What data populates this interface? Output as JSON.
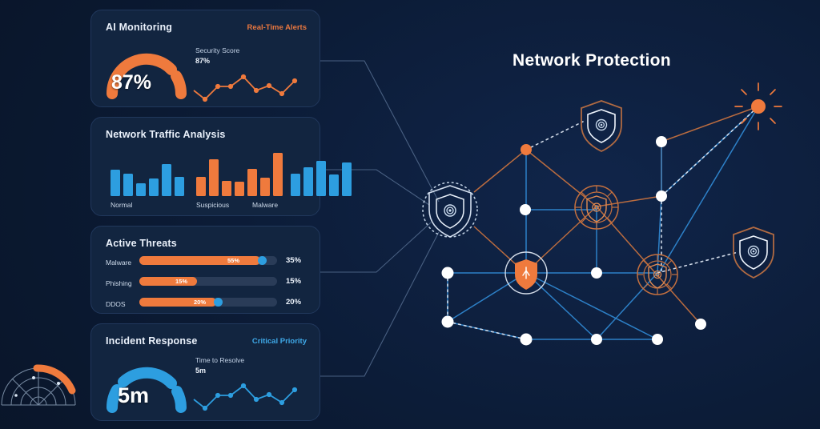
{
  "theme": {
    "bg": "#0b1a33",
    "card_bg": "#122540",
    "card_border": "#21385c",
    "accent_orange": "#ef7a3d",
    "accent_blue": "#2d9ee0",
    "text_primary": "#eef4fc",
    "text_muted": "#c3d2e6",
    "node_white": "#ffffff",
    "edge_orange": "#c4703f",
    "edge_blue": "#2f86cf",
    "edge_dotted": "#e8eef7",
    "connector": "#4a6casdf"
  },
  "right_panel": {
    "title": "Network Protection"
  },
  "cards": [
    {
      "id": "ai-monitoring",
      "title": "AI Monitoring",
      "tag": "Real-Time Alerts",
      "tag_color": "orange",
      "gauge": {
        "value_text": "87%",
        "percent": 87,
        "color": "#ef7a3d"
      },
      "metric_label": "Security Score",
      "metric_value": "87%",
      "sparkline": {
        "color": "#ef7a3d",
        "points": [
          52,
          78,
          40,
          33,
          33,
          12,
          45,
          30,
          42,
          58,
          22
        ]
      }
    },
    {
      "id": "network-traffic",
      "title": "Network Traffic Analysis",
      "tag": "",
      "chart_data": {
        "type": "bar",
        "title": "Network Traffic Analysis",
        "categories": [
          "Normal",
          "Suspicious",
          "Malware"
        ],
        "groups": [
          {
            "label": "Normal",
            "color": "#2d9ee0",
            "values": [
              62,
              52,
              30,
              40,
              74,
              44
            ]
          },
          {
            "label": "Suspicious",
            "color": "#ef7a3d",
            "values": [
              44,
              86,
              34,
              32,
              64,
              42,
              100
            ]
          },
          {
            "label": "Malware",
            "color": "#2d9ee0",
            "values": [
              52,
              68,
              82,
              50,
              78
            ]
          }
        ],
        "ylim": [
          0,
          100
        ],
        "grid": false,
        "legend": "none"
      }
    },
    {
      "id": "active-threats",
      "title": "Active Threats",
      "rows": [
        {
          "name": "Malware",
          "percent": 35,
          "fill_ratio": 88,
          "inline_label": "55%",
          "value_label": "35%"
        },
        {
          "name": "Phishing",
          "percent": 15,
          "fill_ratio": 42,
          "inline_label": "15%",
          "value_label": "15%"
        },
        {
          "name": "DDOS",
          "percent": 20,
          "fill_ratio": 56,
          "inline_label": "20%",
          "value_label": "20%"
        }
      ]
    },
    {
      "id": "incident-response",
      "title": "Incident Response",
      "tag": "Critical Priority",
      "tag_color": "blue",
      "gauge": {
        "value_text": "5m",
        "percent": 70,
        "color": "#2d9ee0"
      },
      "metric_label": "Time to Resolve",
      "metric_value": "5m",
      "sparkline": {
        "color": "#2d9ee0",
        "points": [
          52,
          78,
          40,
          33,
          33,
          12,
          45,
          30,
          42,
          58,
          22
        ]
      }
    }
  ],
  "network": {
    "hub": {
      "name": "central-shield-hub"
    },
    "badges": [
      {
        "name": "shield-badge-top"
      },
      {
        "name": "shield-badge-right"
      },
      {
        "name": "shield-badge-hub"
      }
    ],
    "nodes_count": 17,
    "burst_node": {
      "name": "alert-burst-node"
    }
  },
  "radar": {
    "name": "radar-sweep-widget"
  }
}
